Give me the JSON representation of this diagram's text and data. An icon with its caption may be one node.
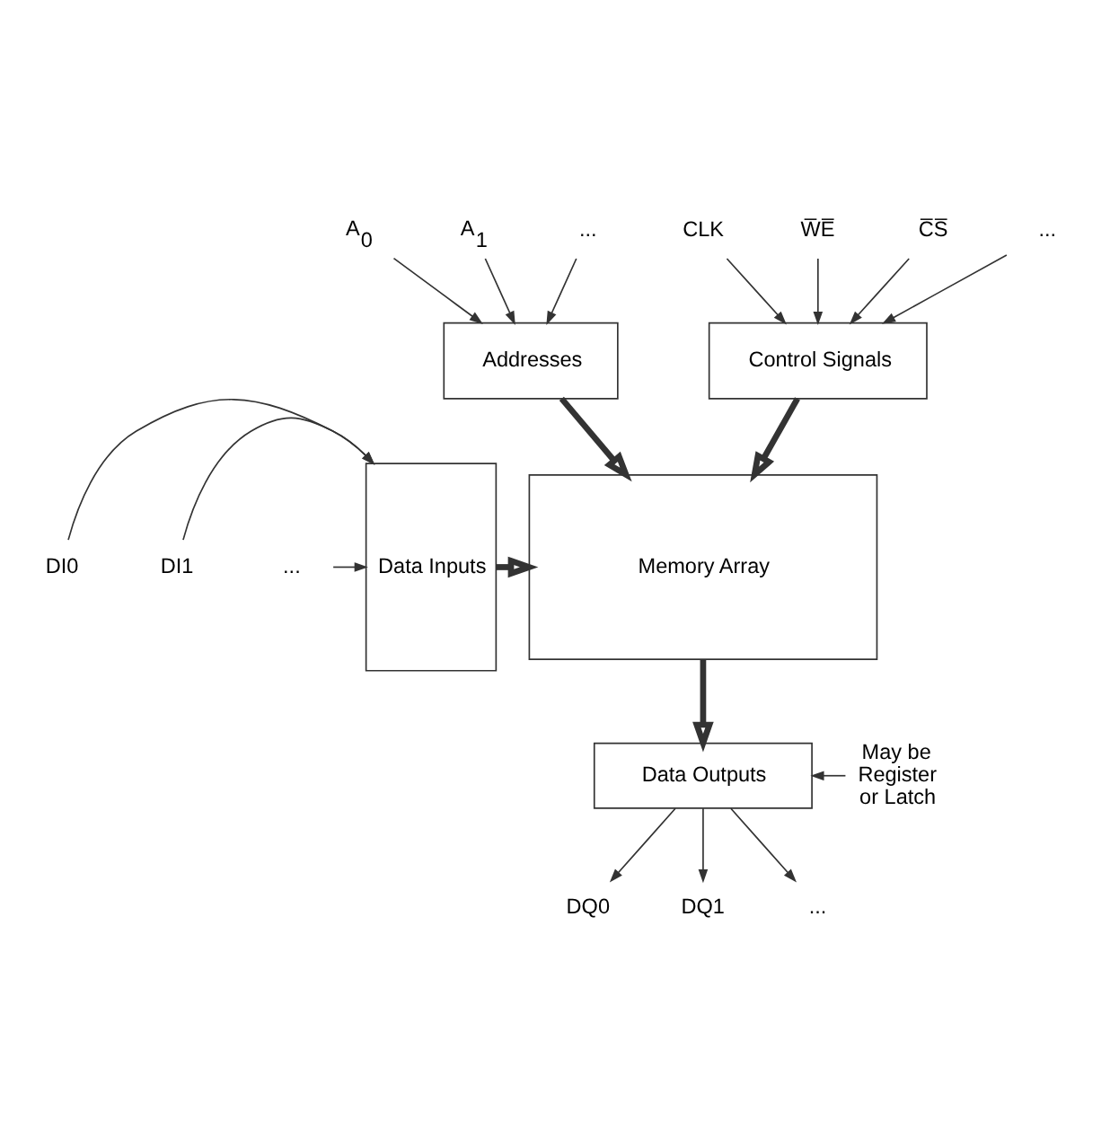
{
  "diagram": {
    "nodes": [
      {
        "text": [
          "A$_{0}$"
        ]
      },
      {
        "text": [
          "A$_{1}$"
        ]
      },
      {
        "text": [
          "..."
        ]
      },
      {
        "text": [
          "CLK"
        ]
      },
      {
        "text": [
          "W̅E̅"
        ]
      },
      {
        "text": [
          "C̅S̅"
        ]
      },
      {
        "text": [
          "..."
        ]
      },
      {
        "text": [
          "Addresses"
        ]
      },
      {
        "text": [
          "Control Signals"
        ]
      },
      {
        "text": [
          "DI0"
        ]
      },
      {
        "text": [
          "DI1"
        ]
      },
      {
        "text": [
          "..."
        ]
      },
      {
        "text": [
          "Data Inputs"
        ]
      },
      {
        "text": [
          "Memory Array"
        ]
      },
      {
        "text": [
          "May be Register or Latch"
        ]
      },
      {
        "text": [
          "Data Outputs"
        ]
      },
      {
        "text": [
          "DQ0"
        ]
      },
      {
        "text": [
          "DQ1"
        ]
      },
      {
        "text": [
          "..."
        ]
      }
    ],
    "edges": [
      {
        "from": 0,
        "to": 7,
        "arrow": "to"
      },
      {
        "from": 1,
        "to": 7,
        "arrow": "to"
      },
      {
        "from": 2,
        "to": 7,
        "arrow": "to"
      },
      {
        "from": 3,
        "to": 8,
        "arrow": "to"
      },
      {
        "from": 4,
        "to": 8,
        "arrow": "to"
      },
      {
        "from": 5,
        "to": 8,
        "arrow": "to"
      },
      {
        "from": 6,
        "to": 8,
        "arrow": "to"
      },
      {
        "from": 7,
        "to": 13,
        "arrow": "to",
        "style": "thick"
      },
      {
        "from": 8,
        "to": 13,
        "arrow": "to",
        "style": "thick"
      },
      {
        "from": 9,
        "to": 12,
        "arrow": "to"
      },
      {
        "from": 10,
        "to": 12,
        "arrow": "to"
      },
      {
        "from": 11,
        "to": 12,
        "arrow": "to"
      },
      {
        "from": 12,
        "to": 13,
        "arrow": "to",
        "style": "thick"
      },
      {
        "from": 13,
        "to": 15,
        "arrow": "to",
        "style": "thick"
      },
      {
        "from": 14,
        "to": 15,
        "arrow": "to"
      },
      {
        "from": 15,
        "to": 16,
        "arrow": "to"
      },
      {
        "from": 15,
        "to": 17,
        "arrow": "to"
      },
      {
        "from": 15,
        "to": 18,
        "arrow": "to"
      }
    ]
  }
}
